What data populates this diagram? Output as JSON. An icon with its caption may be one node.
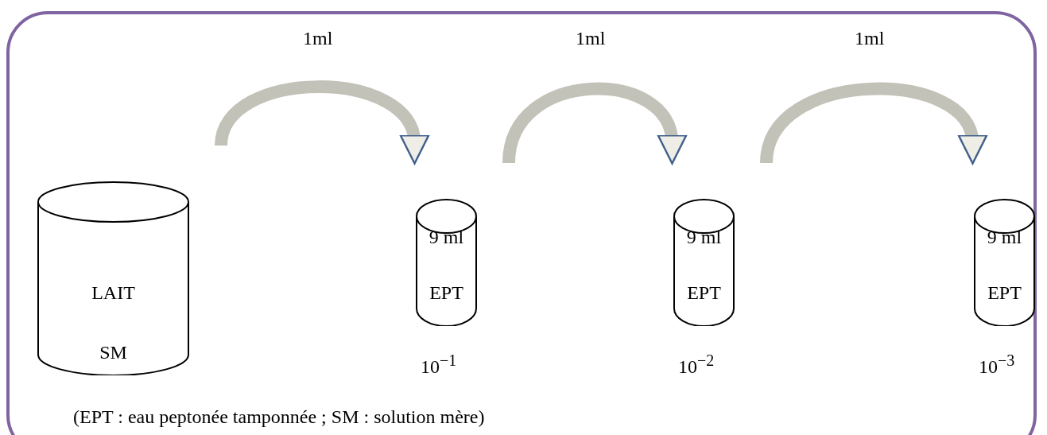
{
  "diagram": {
    "caption": "(EPT : eau peptonée tamponnée ; SM : solution mère)",
    "nodes": [
      {
        "text": [
          "LAIT",
          "SM"
        ]
      },
      {
        "text": [
          "9 ml",
          "EPT"
        ],
        "beside": [
          "10$^{−1}$"
        ]
      },
      {
        "text": [
          "9 ml",
          "EPT"
        ],
        "beside": [
          "10$^{−2}$"
        ]
      },
      {
        "text": [
          "9 ml",
          "EPT"
        ],
        "beside": [
          "10$^{−3}$"
        ]
      }
    ],
    "edges": [
      {
        "from": 0,
        "to": 1,
        "arrow": "to",
        "label": "1ml"
      },
      {
        "from": 1,
        "to": 2,
        "arrow": "to",
        "label": "1ml"
      },
      {
        "from": 2,
        "to": 3,
        "arrow": "to",
        "label": "1ml"
      }
    ]
  }
}
